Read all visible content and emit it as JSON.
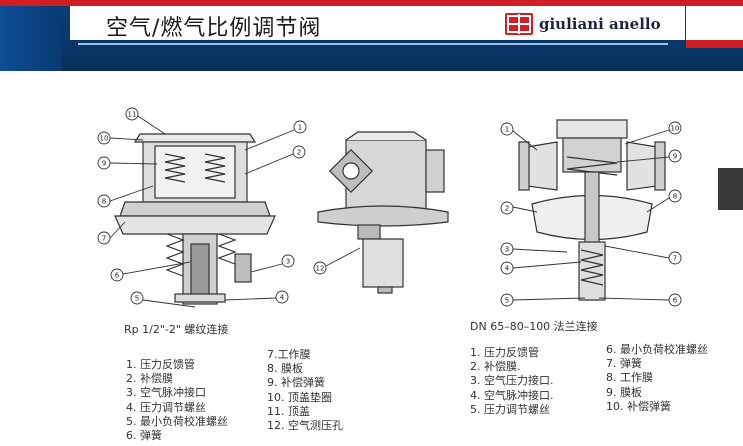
{
  "header": {
    "title": "空气/燃气比例调节阀",
    "logo_text": "giuliani anello",
    "brand_color": "#0a3566",
    "accent_color": "#cf1f25"
  },
  "left_diagram": {
    "callouts": [
      "11",
      "10",
      "9",
      "8",
      "7",
      "6",
      "5",
      "1",
      "2",
      "3",
      "4"
    ],
    "caption": "Rp 1/2\"-2\" 螺纹连接"
  },
  "middle_diagram": {
    "callouts": [
      "12"
    ]
  },
  "right_diagram": {
    "callouts": [
      "1",
      "2",
      "3",
      "4",
      "5",
      "10",
      "9",
      "8",
      "7",
      "6"
    ],
    "caption": "DN 65–80–100 法兰连接"
  },
  "legend_left": {
    "col1": [
      "1. 压力反馈管",
      "2. 补偿膜",
      "3. 空气脉冲接口",
      "4. 压力调节螺丝",
      "5. 最小负荷校准螺丝",
      "6. 弹簧"
    ],
    "col2": [
      "7.工作膜",
      "8. 膜板",
      "9. 补偿弹簧",
      "10. 顶盖垫圈",
      "11. 顶盖",
      "12. 空气测压孔"
    ]
  },
  "legend_right": {
    "col1": [
      "1. 压力反馈管",
      "2. 补偿膜.",
      "3. 空气压力接口.",
      "4. 空气脉冲接口.",
      "5. 压力调节螺丝"
    ],
    "col2": [
      "6. 最小负荷校准螺丝",
      "7. 弹簧",
      "8. 工作膜",
      "9. 膜板",
      "10. 补偿弹簧"
    ]
  }
}
